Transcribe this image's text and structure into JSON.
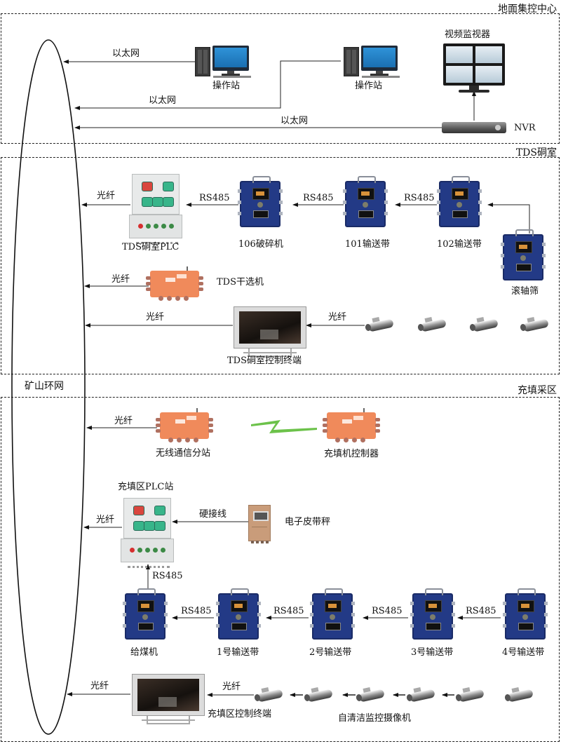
{
  "diagram": {
    "ring_network_label": "矿山环网",
    "zones": {
      "surface": {
        "title": "地面集控中心"
      },
      "tds": {
        "title": "TDS硐室"
      },
      "filling": {
        "title": "充填采区"
      }
    },
    "surface": {
      "operator_station_1": "操作站",
      "operator_station_2": "操作站",
      "video_monitor": "视频监视器",
      "nvr": "NVR",
      "link_ethernet_1": "以太网",
      "link_ethernet_2": "以太网",
      "link_ethernet_3": "以太网"
    },
    "tds": {
      "plc": "TDS硐室PLC",
      "crusher": "106破碎机",
      "conveyor_101": "101输送带",
      "conveyor_102": "102输送带",
      "roller_screen": "滚轴筛",
      "dry_separator": "TDS干选机",
      "control_terminal": "TDS硐室控制终端",
      "link_plc_fiber": "光纤",
      "link_crusher_rs485": "RS485",
      "link_101_rs485": "RS485",
      "link_102_rs485": "RS485",
      "link_separator_fiber": "光纤",
      "link_terminal_fiber": "光纤",
      "link_camera_fiber": "光纤",
      "camera_count": 4
    },
    "filling": {
      "wireless_substation": "无线通信分站",
      "filler_controller": "充填机控制器",
      "plc_station": "充填区PLC站",
      "belt_scale": "电子皮带秤",
      "feeder": "给煤机",
      "conveyor_1": "1号输送带",
      "conveyor_2": "2号输送带",
      "conveyor_3": "3号输送带",
      "conveyor_4": "4号输送带",
      "control_terminal": "充填区控制终端",
      "cameras": "自清洁监控摄像机",
      "link_wireless_fiber": "光纤",
      "link_plc_fiber": "光纤",
      "link_hardwire": "硬接线",
      "link_feeder_rs485": "RS485",
      "link_c1_rs485": "RS485",
      "link_c2_rs485": "RS485",
      "link_c3_rs485": "RS485",
      "link_c4_rs485": "RS485",
      "link_terminal_fiber": "光纤",
      "link_camera_fiber": "光纤",
      "camera_count": 6
    }
  }
}
